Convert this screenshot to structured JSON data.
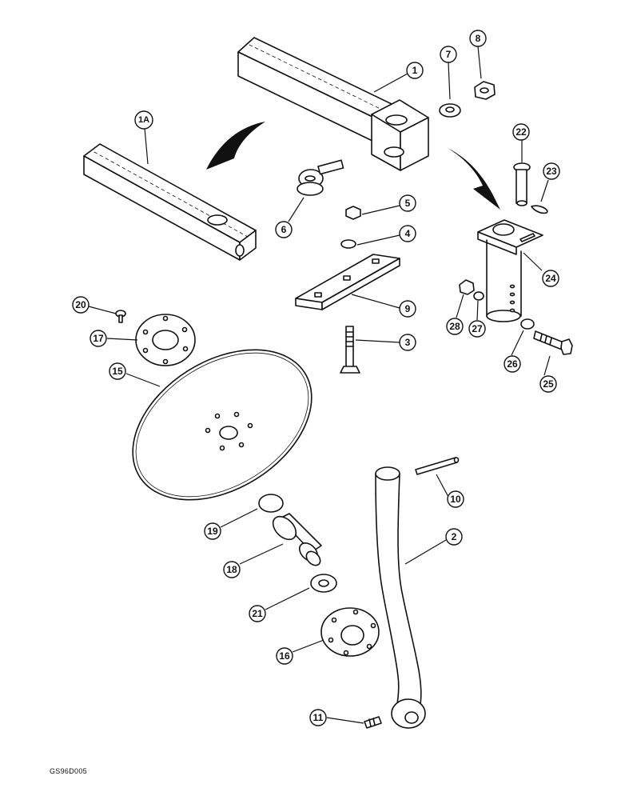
{
  "diagram": {
    "figure_ref": "GS96D005",
    "callouts": [
      "1",
      "1A",
      "2",
      "3",
      "4",
      "5",
      "6",
      "7",
      "8",
      "9",
      "10",
      "11",
      "15",
      "16",
      "17",
      "18",
      "19",
      "20",
      "21",
      "22",
      "23",
      "24",
      "25",
      "26",
      "27",
      "28"
    ],
    "colors": {
      "line": "#111111",
      "fill": "#ffffff",
      "arrow": "#111111"
    }
  }
}
